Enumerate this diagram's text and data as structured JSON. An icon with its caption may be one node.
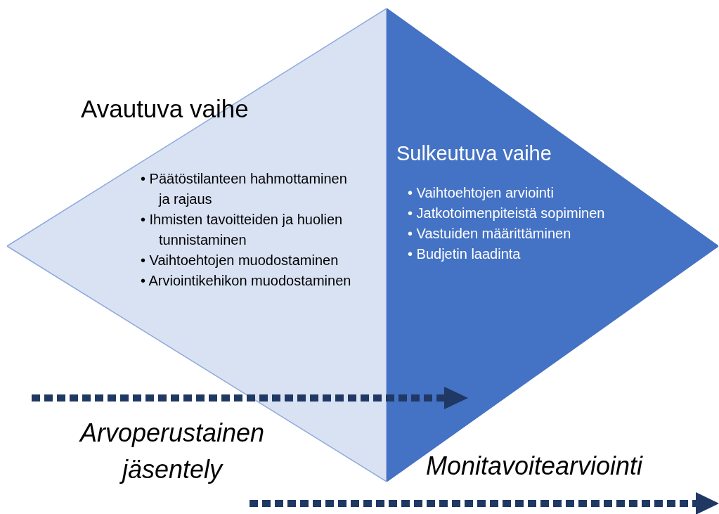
{
  "diagram": {
    "nodes": [
      {
        "text": [
          "Avautuva vaihe",
          "• Päätöstilanteen hahmottaminen ja rajaus",
          "• Ihmisten tavoitteiden ja huolien tunnistaminen",
          "• Vaihtoehtojen muodostaminen",
          "• Arviointikehikon muodostaminen"
        ]
      },
      {
        "text": [
          "Sulkeutuva vaihe",
          "• Vaihtoehtojen arviointi",
          "• Jatkotoimenpiteistä sopiminen",
          "• Vastuiden määrittäminen",
          "• Budjetin laadinta"
        ]
      }
    ],
    "labels": [
      "Arvoperustainen jäsentely",
      "Monitavoitearviointi"
    ]
  }
}
